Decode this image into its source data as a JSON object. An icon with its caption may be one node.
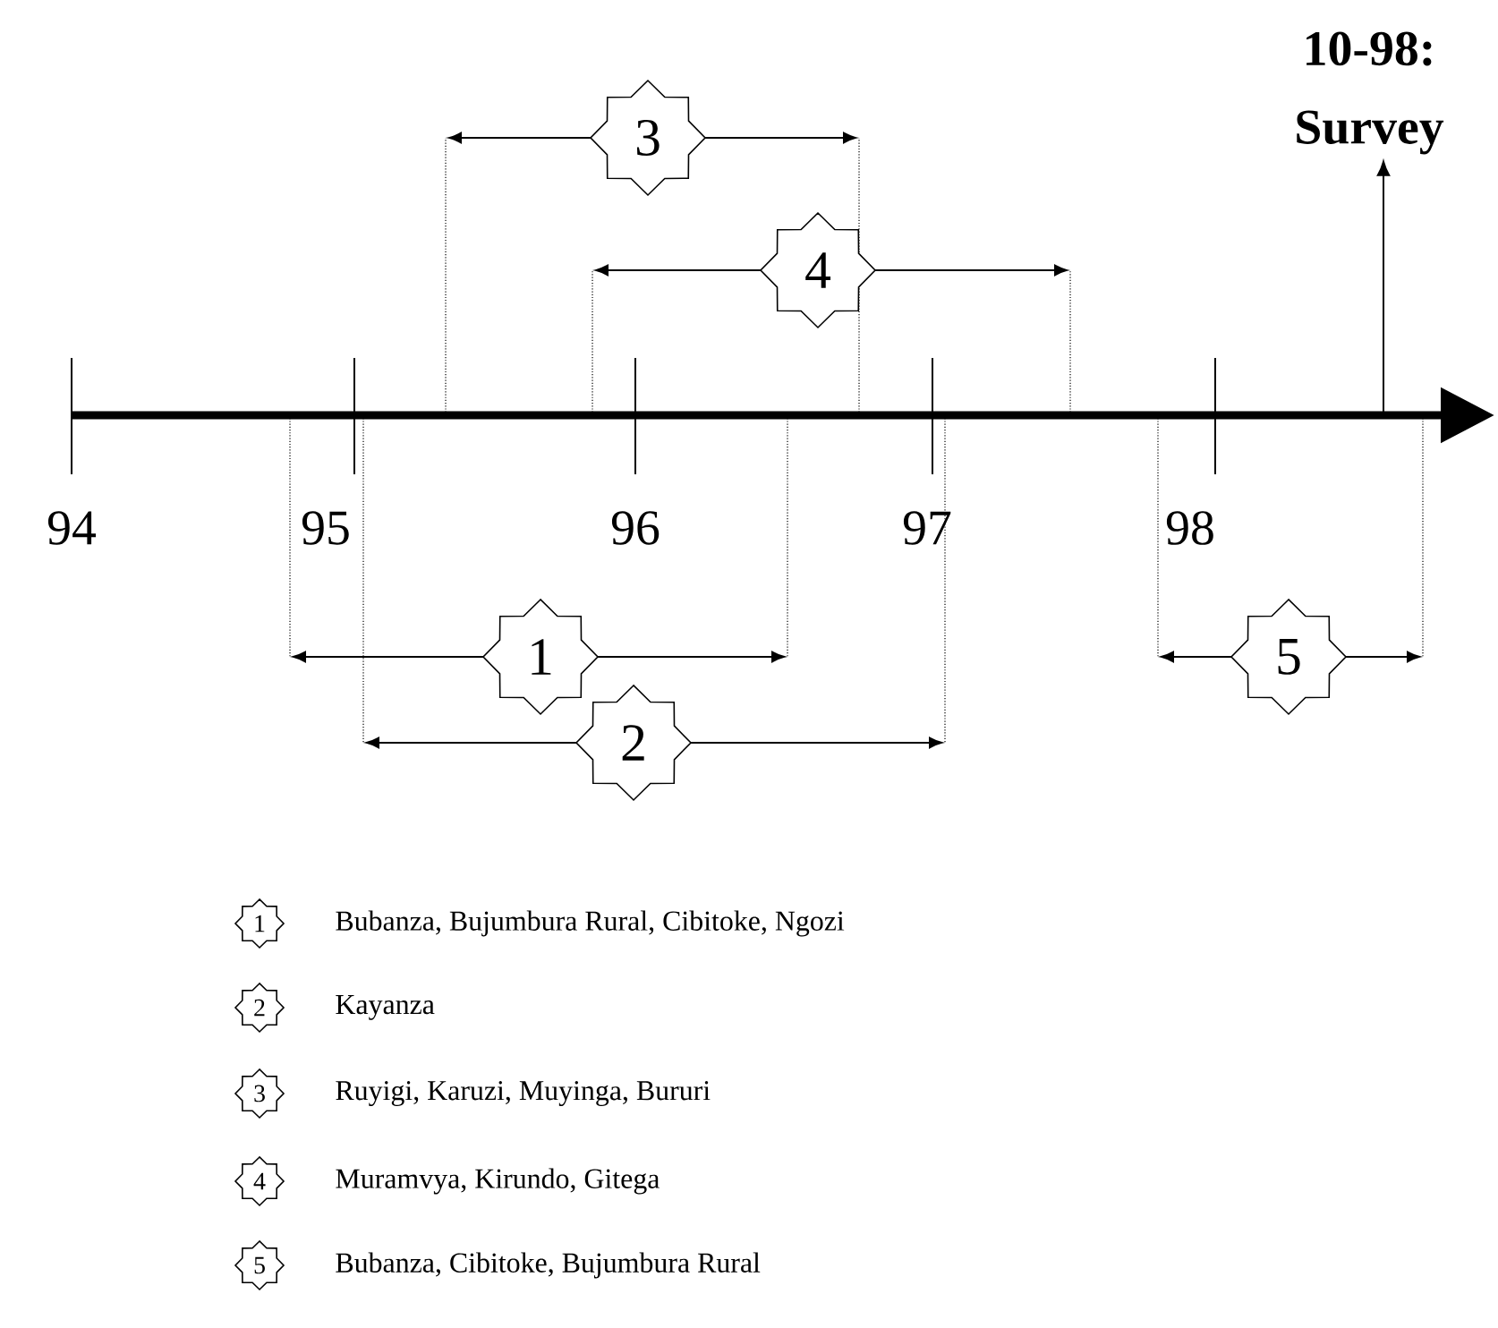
{
  "diagram": {
    "nodes": [
      {
        "text": [
          "3"
        ]
      },
      {
        "text": [
          "4"
        ]
      },
      {
        "text": [
          "1"
        ]
      },
      {
        "text": [
          "5"
        ]
      },
      {
        "text": [
          "2"
        ]
      },
      {
        "text": [
          "10-98: Survey"
        ]
      },
      {
        "text": [
          "1"
        ],
        "beside": [
          "Bubanza, Bujumbura Rural, Cibitoke, Ngozi"
        ]
      },
      {
        "text": [
          "2"
        ],
        "beside": [
          "Kayanza"
        ]
      },
      {
        "text": [
          "3"
        ],
        "beside": [
          "Ruyigi, Karuzi, Muyinga, Bururi"
        ]
      },
      {
        "text": [
          "4"
        ],
        "beside": [
          "Muramvya, Kirundo, Gitega"
        ]
      },
      {
        "text": [
          "5"
        ],
        "beside": [
          "Bubanza, Cibitoke, Bujumbura Rural"
        ]
      }
    ],
    "edges": [
      {
        "from": null,
        "to": 5,
        "arrow": "to"
      }
    ],
    "labels": [
      "94",
      "95",
      "96",
      "97",
      "98"
    ]
  }
}
